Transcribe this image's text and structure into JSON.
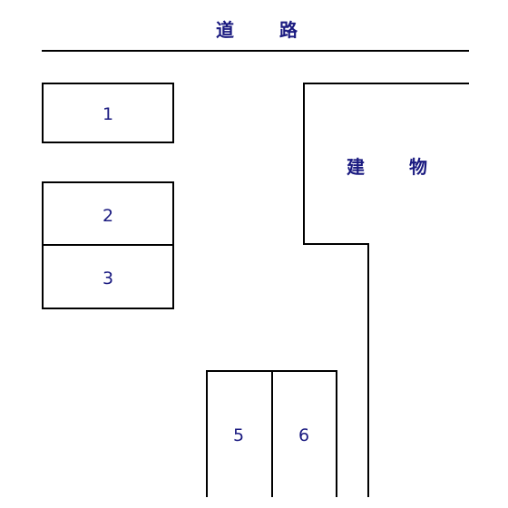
{
  "road": {
    "char1": "道",
    "char2": "路"
  },
  "building": {
    "char1": "建",
    "char2": "物"
  },
  "spaces": [
    {
      "id": "space-1",
      "label": "1"
    },
    {
      "id": "space-2",
      "label": "2"
    },
    {
      "id": "space-3",
      "label": "3"
    },
    {
      "id": "space-5",
      "label": "5"
    },
    {
      "id": "space-6",
      "label": "6"
    }
  ],
  "colors": {
    "text": "#1a1a80",
    "line": "#000000",
    "background": "#ffffff"
  }
}
